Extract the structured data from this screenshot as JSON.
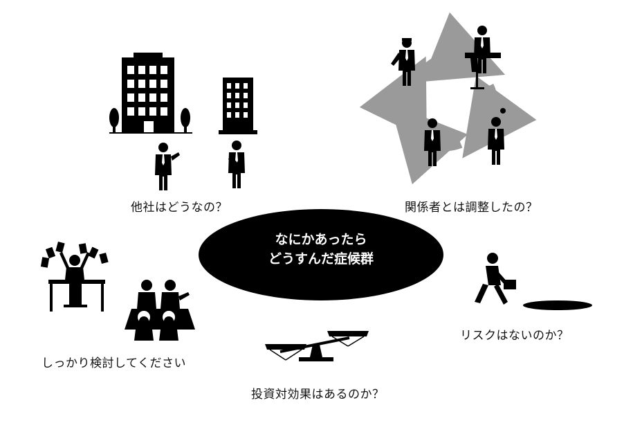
{
  "center": {
    "line1": "なにかあったら",
    "line2": "どうすんだ症候群"
  },
  "captions": {
    "top_left": "他社はどうなの？",
    "top_right": "関係者とは調整したの？",
    "mid_right": "リスクはないのか？",
    "bottom_left": "しっかり検討してください",
    "bottom_center": "投資対効果はあるのか？"
  },
  "icons": {
    "buildings": "office-buildings-icon",
    "business_people": "business-people-icon",
    "cycle": "circular-arrows-icon",
    "stressed": "stressed-worker-icon",
    "meeting": "meeting-icon",
    "scale": "balance-scale-icon",
    "hole": "pitfall-hole-icon",
    "walker": "walking-businessman-icon"
  },
  "colors": {
    "ink": "#000000",
    "arrow": "#9a9a9a",
    "background": "#ffffff"
  }
}
